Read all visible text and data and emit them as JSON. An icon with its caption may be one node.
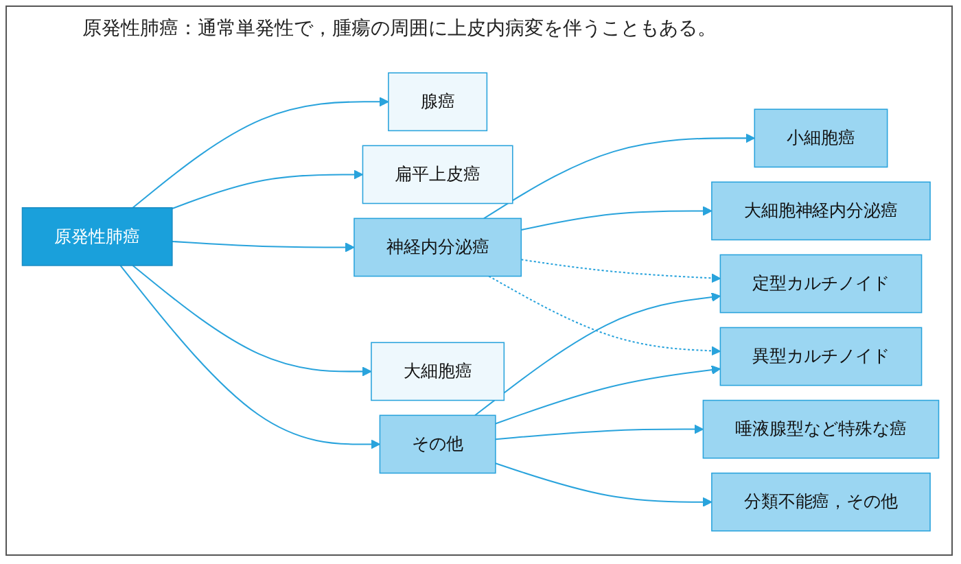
{
  "diagram": {
    "title": "原発性肺癌：通常単発性で，腫瘍の周囲に上皮内病変を伴うこともある。",
    "nodes": [
      {
        "text": [
          "原発性肺癌"
        ]
      },
      {
        "text": [
          "腺癌"
        ]
      },
      {
        "text": [
          "扁平上皮癌"
        ]
      },
      {
        "text": [
          "神経内分泌癌"
        ]
      },
      {
        "text": [
          "大細胞癌"
        ]
      },
      {
        "text": [
          "その他"
        ]
      },
      {
        "text": [
          "小細胞癌"
        ]
      },
      {
        "text": [
          "大細胞神経内分泌癌"
        ]
      },
      {
        "text": [
          "定型カルチノイド"
        ]
      },
      {
        "text": [
          "異型カルチノイド"
        ]
      },
      {
        "text": [
          "唾液腺型など特殊な癌"
        ]
      },
      {
        "text": [
          "分類不能癌，その他"
        ]
      }
    ],
    "edges": [
      {
        "from": 0,
        "to": 1,
        "arrow": "to"
      },
      {
        "from": 0,
        "to": 2,
        "arrow": "to"
      },
      {
        "from": 0,
        "to": 3,
        "arrow": "to"
      },
      {
        "from": 0,
        "to": 4,
        "arrow": "to"
      },
      {
        "from": 0,
        "to": 5,
        "arrow": "to"
      },
      {
        "from": 3,
        "to": 6,
        "arrow": "to"
      },
      {
        "from": 3,
        "to": 7,
        "arrow": "to"
      },
      {
        "from": 3,
        "to": 8,
        "arrow": "to",
        "style": "dashed"
      },
      {
        "from": 3,
        "to": 9,
        "arrow": "to",
        "style": "dashed"
      },
      {
        "from": 5,
        "to": 8,
        "arrow": "to"
      },
      {
        "from": 5,
        "to": 9,
        "arrow": "to"
      },
      {
        "from": 5,
        "to": 10,
        "arrow": "to"
      },
      {
        "from": 5,
        "to": 11,
        "arrow": "to"
      }
    ]
  }
}
